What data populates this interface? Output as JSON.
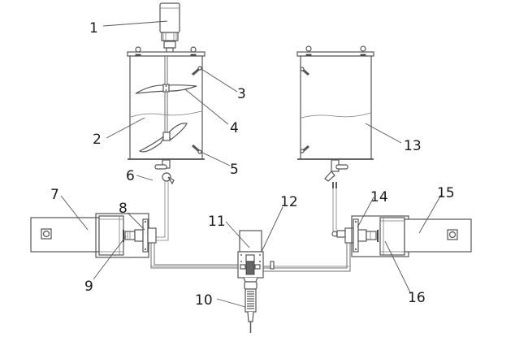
{
  "diagram": {
    "type": "mechanical-schematic",
    "description": "Two-tank mixing and metering dispensing system with motor-driven agitator, valves, metering pumps and central dispensing head",
    "labels": [
      {
        "id": "1",
        "text": "1",
        "part": "agitator-motor"
      },
      {
        "id": "2",
        "text": "2",
        "part": "left-tank-liquid"
      },
      {
        "id": "3",
        "text": "3",
        "part": "upper-level-sensor-left"
      },
      {
        "id": "4",
        "text": "4",
        "part": "upper-impeller"
      },
      {
        "id": "5",
        "text": "5",
        "part": "lower-level-sensor-left"
      },
      {
        "id": "6",
        "text": "6",
        "part": "left-outlet-valve"
      },
      {
        "id": "7",
        "text": "7",
        "part": "left-pump-motor"
      },
      {
        "id": "8",
        "text": "8",
        "part": "left-pump-flange"
      },
      {
        "id": "9",
        "text": "9",
        "part": "left-coupling"
      },
      {
        "id": "10",
        "text": "10",
        "part": "static-mixer-nozzle"
      },
      {
        "id": "11",
        "text": "11",
        "part": "dispensing-head-actuator"
      },
      {
        "id": "12",
        "text": "12",
        "part": "dispensing-valve-block"
      },
      {
        "id": "13",
        "text": "13",
        "part": "right-tank-liquid"
      },
      {
        "id": "14",
        "text": "14",
        "part": "right-pump-flange"
      },
      {
        "id": "15",
        "text": "15",
        "part": "right-pump-motor"
      },
      {
        "id": "16",
        "text": "16",
        "part": "right-coupling"
      }
    ]
  }
}
